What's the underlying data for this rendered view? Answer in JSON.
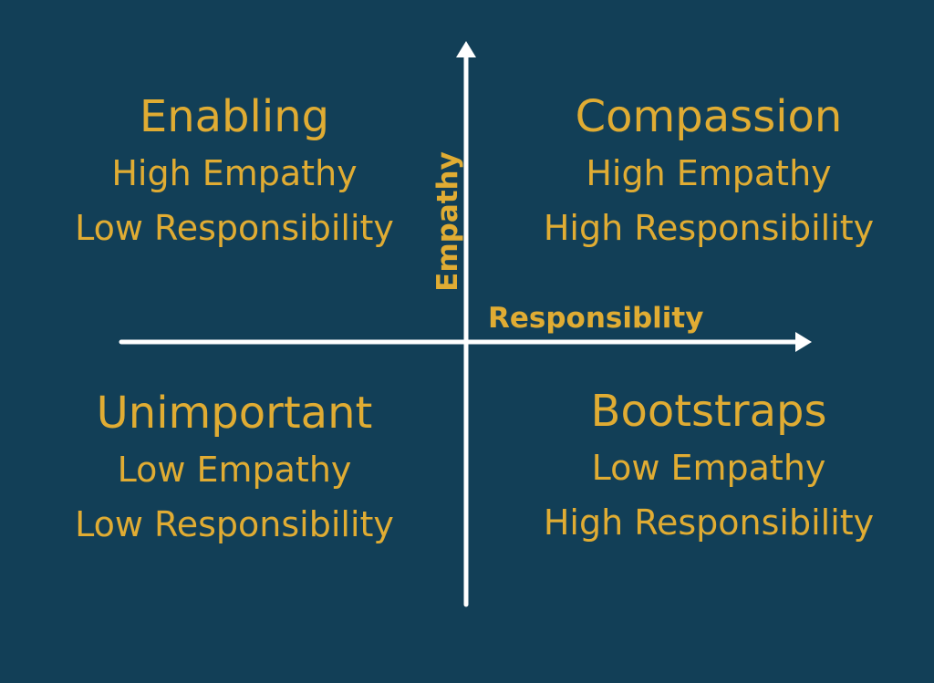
{
  "axes": {
    "x_label": "Responsiblity",
    "y_label": "Empathy"
  },
  "quadrants": {
    "top_left": {
      "title": "Enabling",
      "line1": "High Empathy",
      "line2": "Low Responsibility"
    },
    "top_right": {
      "title": "Compassion",
      "line1": "High Empathy",
      "line2": "High Responsibility"
    },
    "bottom_left": {
      "title": "Unimportant",
      "line1": "Low Empathy",
      "line2": "Low Responsibility"
    },
    "bottom_right": {
      "title": "Bootstraps",
      "line1": "Low Empathy",
      "line2": "High Responsibility"
    }
  },
  "colors": {
    "background": "#123f57",
    "text": "#e0ac33",
    "axis": "#ffffff"
  }
}
